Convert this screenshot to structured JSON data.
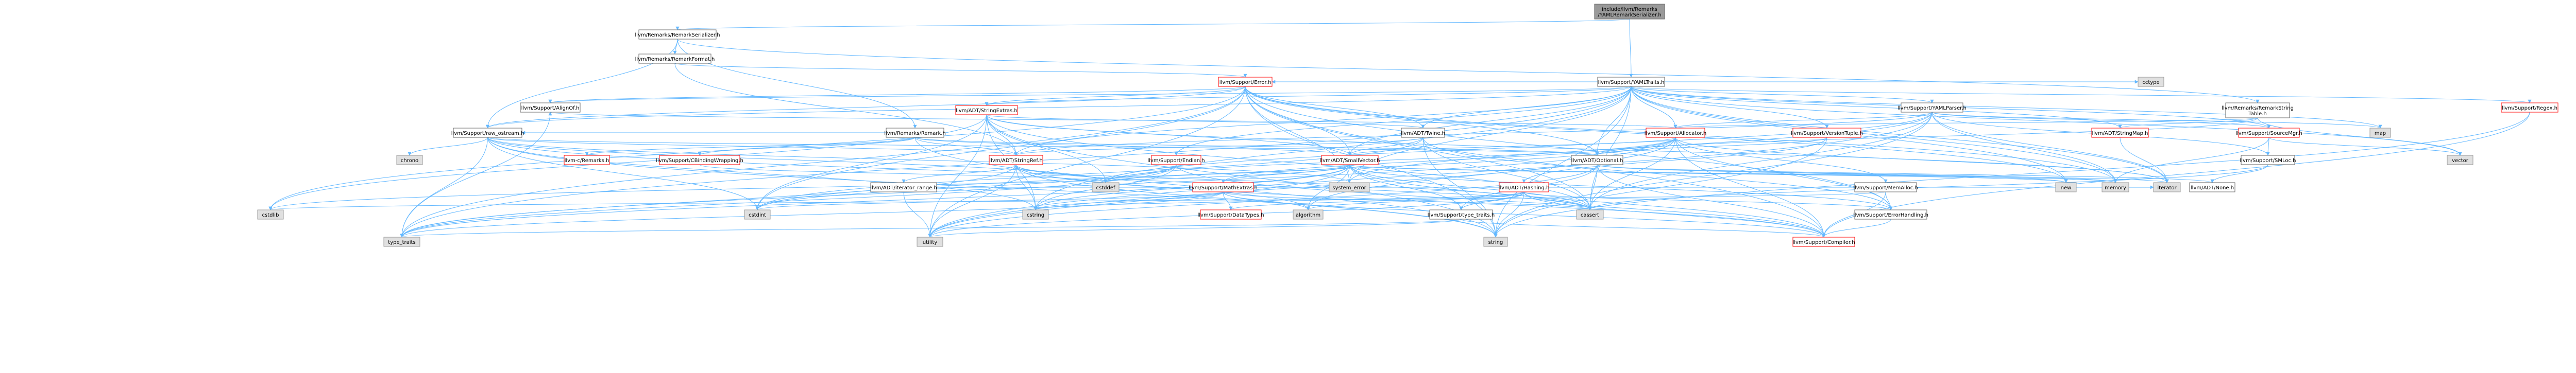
{
  "nodes": [
    {
      "id": "root",
      "label": [
        "include/llvm/Remarks",
        "/YAMLRemarkSerializer.h"
      ],
      "style": "root"
    },
    {
      "id": "serializer",
      "label": [
        "llvm/Remarks/RemarkSerializer.h"
      ],
      "style": "normal"
    },
    {
      "id": "format",
      "label": [
        "llvm/Remarks/RemarkFormat.h"
      ],
      "style": "normal"
    },
    {
      "id": "yamltraits",
      "label": [
        "llvm/Support/YAMLTraits.h"
      ],
      "style": "normal"
    },
    {
      "id": "error",
      "label": [
        "llvm/Support/Error.h"
      ],
      "style": "red"
    },
    {
      "id": "stringextras",
      "label": [
        "llvm/ADT/StringExtras.h"
      ],
      "style": "red"
    },
    {
      "id": "alignof",
      "label": [
        "llvm/Support/AlignOf.h"
      ],
      "style": "normal"
    },
    {
      "id": "rawostream",
      "label": [
        "llvm/Support/raw_ostream.h"
      ],
      "style": "normal"
    },
    {
      "id": "remark",
      "label": [
        "llvm/Remarks/Remark.h"
      ],
      "style": "normal"
    },
    {
      "id": "twine",
      "label": [
        "llvm/ADT/Twine.h"
      ],
      "style": "normal"
    },
    {
      "id": "yamlparser",
      "label": [
        "llvm/Support/YAMLParser.h"
      ],
      "style": "normal"
    },
    {
      "id": "stringtable",
      "label": [
        "llvm/Remarks/RemarkString",
        "Table.h"
      ],
      "style": "normal"
    },
    {
      "id": "regex",
      "label": [
        "llvm/Support/Regex.h"
      ],
      "style": "red"
    },
    {
      "id": "allocator",
      "label": [
        "llvm/Support/Allocator.h"
      ],
      "style": "red"
    },
    {
      "id": "versiontuple",
      "label": [
        "llvm/Support/VersionTuple.h"
      ],
      "style": "red"
    },
    {
      "id": "stringmap",
      "label": [
        "llvm/ADT/StringMap.h"
      ],
      "style": "red"
    },
    {
      "id": "sourcemgr",
      "label": [
        "llvm/Support/SourceMgr.h"
      ],
      "style": "red"
    },
    {
      "id": "cremarks",
      "label": [
        "llvm-c/Remarks.h"
      ],
      "style": "red"
    },
    {
      "id": "cbinding",
      "label": [
        "llvm/Support/CBindingWrapping.h"
      ],
      "style": "red"
    },
    {
      "id": "stringref",
      "label": [
        "llvm/ADT/StringRef.h"
      ],
      "style": "red"
    },
    {
      "id": "endian",
      "label": [
        "llvm/Support/Endian.h"
      ],
      "style": "red"
    },
    {
      "id": "smallvector",
      "label": [
        "llvm/ADT/SmallVector.h"
      ],
      "style": "red"
    },
    {
      "id": "optional",
      "label": [
        "llvm/ADT/Optional.h"
      ],
      "style": "normal"
    },
    {
      "id": "smloc",
      "label": [
        "llvm/Support/SMLoc.h"
      ],
      "style": "normal"
    },
    {
      "id": "iterrange",
      "label": [
        "llvm/ADT/iterator_range.h"
      ],
      "style": "normal"
    },
    {
      "id": "mathextras",
      "label": [
        "llvm/Support/MathExtras.h"
      ],
      "style": "red"
    },
    {
      "id": "hashing",
      "label": [
        "llvm/ADT/Hashing.h"
      ],
      "style": "red"
    },
    {
      "id": "memalloc",
      "label": [
        "llvm/Support/MemAlloc.h"
      ],
      "style": "normal"
    },
    {
      "id": "none",
      "label": [
        "llvm/ADT/None.h"
      ],
      "style": "normal"
    },
    {
      "id": "typetraits",
      "label": [
        "llvm/Support/type_traits.h"
      ],
      "style": "normal"
    },
    {
      "id": "datatypes",
      "label": [
        "llvm/Support/DataTypes.h"
      ],
      "style": "red"
    },
    {
      "id": "errorhandling",
      "label": [
        "llvm/Support/ErrorHandling.h"
      ],
      "style": "normal"
    },
    {
      "id": "compiler",
      "label": [
        "llvm/Support/Compiler.h"
      ],
      "style": "red"
    },
    {
      "id": "chrono",
      "label": [
        "chrono"
      ],
      "style": "grey"
    },
    {
      "id": "cctype",
      "label": [
        "cctype"
      ],
      "style": "grey"
    },
    {
      "id": "map",
      "label": [
        "map"
      ],
      "style": "grey"
    },
    {
      "id": "vector",
      "label": [
        "vector"
      ],
      "style": "grey"
    },
    {
      "id": "system_error",
      "label": [
        "system_error"
      ],
      "style": "grey"
    },
    {
      "id": "new",
      "label": [
        "new"
      ],
      "style": "grey"
    },
    {
      "id": "memory",
      "label": [
        "memory"
      ],
      "style": "grey"
    },
    {
      "id": "iterator",
      "label": [
        "iterator"
      ],
      "style": "grey"
    },
    {
      "id": "cstddef",
      "label": [
        "cstddef"
      ],
      "style": "grey"
    },
    {
      "id": "cassert",
      "label": [
        "cassert"
      ],
      "style": "grey"
    },
    {
      "id": "cstdint",
      "label": [
        "cstdint"
      ],
      "style": "grey"
    },
    {
      "id": "cstring",
      "label": [
        "cstring"
      ],
      "style": "grey"
    },
    {
      "id": "algorithm",
      "label": [
        "algorithm"
      ],
      "style": "grey"
    },
    {
      "id": "cstdlib",
      "label": [
        "cstdlib"
      ],
      "style": "grey"
    },
    {
      "id": "type_traits",
      "label": [
        "type_traits"
      ],
      "style": "grey"
    },
    {
      "id": "utility",
      "label": [
        "utility"
      ],
      "style": "grey"
    },
    {
      "id": "string",
      "label": [
        "string"
      ],
      "style": "grey"
    }
  ],
  "edges": [
    [
      "root",
      "serializer"
    ],
    [
      "root",
      "yamltraits"
    ],
    [
      "serializer",
      "format"
    ],
    [
      "serializer",
      "remark"
    ],
    [
      "serializer",
      "stringtable"
    ],
    [
      "serializer",
      "rawostream"
    ],
    [
      "format",
      "error"
    ],
    [
      "format",
      "stringref"
    ],
    [
      "error",
      "stringextras"
    ],
    [
      "error",
      "twine"
    ],
    [
      "error",
      "alignof"
    ],
    [
      "error",
      "rawostream"
    ],
    [
      "error",
      "system_error"
    ],
    [
      "error",
      "optional"
    ],
    [
      "error",
      "smallvector"
    ],
    [
      "error",
      "string"
    ],
    [
      "error",
      "utility"
    ],
    [
      "error",
      "new"
    ],
    [
      "error",
      "memory"
    ],
    [
      "error",
      "cassert"
    ],
    [
      "error",
      "cstdint"
    ],
    [
      "error",
      "cstdlib"
    ],
    [
      "error",
      "type_traits"
    ],
    [
      "error",
      "errorhandling"
    ],
    [
      "error",
      "compiler"
    ],
    [
      "stringextras",
      "stringref"
    ],
    [
      "stringextras",
      "twine"
    ],
    [
      "stringextras",
      "smallvector"
    ],
    [
      "stringextras",
      "cstddef"
    ],
    [
      "stringextras",
      "cstdint"
    ],
    [
      "stringextras",
      "cstdlib"
    ],
    [
      "stringextras",
      "cstring"
    ],
    [
      "stringextras",
      "iterator"
    ],
    [
      "stringextras",
      "string"
    ],
    [
      "stringextras",
      "utility"
    ],
    [
      "stringextras",
      "cassert"
    ],
    [
      "alignof",
      "type_traits"
    ],
    [
      "rawostream",
      "stringref"
    ],
    [
      "rawostream",
      "chrono"
    ],
    [
      "rawostream",
      "cassert"
    ],
    [
      "rawostream",
      "cstddef"
    ],
    [
      "rawostream",
      "cstdint"
    ],
    [
      "rawostream",
      "cstring"
    ],
    [
      "rawostream",
      "string"
    ],
    [
      "rawostream",
      "system_error"
    ],
    [
      "rawostream",
      "type_traits"
    ],
    [
      "rawostream",
      "optional"
    ],
    [
      "remark",
      "cremarks"
    ],
    [
      "remark",
      "cbinding"
    ],
    [
      "remark",
      "stringref"
    ],
    [
      "remark",
      "optional"
    ],
    [
      "remark",
      "smallvector"
    ],
    [
      "remark",
      "rawostream"
    ],
    [
      "remark",
      "string"
    ],
    [
      "twine",
      "stringref"
    ],
    [
      "twine",
      "smallvector"
    ],
    [
      "twine",
      "cassert"
    ],
    [
      "twine",
      "cstdint"
    ],
    [
      "twine",
      "string"
    ],
    [
      "twine",
      "errorhandling"
    ],
    [
      "yamltraits",
      "alignof"
    ],
    [
      "yamltraits",
      "error"
    ],
    [
      "yamltraits",
      "stringextras"
    ],
    [
      "yamltraits",
      "yamlparser"
    ],
    [
      "yamltraits",
      "regex"
    ],
    [
      "yamltraits",
      "allocator"
    ],
    [
      "yamltraits",
      "versiontuple"
    ],
    [
      "yamltraits",
      "stringmap"
    ],
    [
      "yamltraits",
      "sourcemgr"
    ],
    [
      "yamltraits",
      "endian"
    ],
    [
      "yamltraits",
      "smallvector"
    ],
    [
      "yamltraits",
      "twine"
    ],
    [
      "yamltraits",
      "optional"
    ],
    [
      "yamltraits",
      "stringref"
    ],
    [
      "yamltraits",
      "cctype"
    ],
    [
      "yamltraits",
      "map"
    ],
    [
      "yamltraits",
      "vector"
    ],
    [
      "yamltraits",
      "system_error"
    ],
    [
      "yamltraits",
      "new"
    ],
    [
      "yamltraits",
      "memory"
    ],
    [
      "yamltraits",
      "iterator"
    ],
    [
      "yamltraits",
      "cassert"
    ],
    [
      "yamltraits",
      "cstring"
    ],
    [
      "yamltraits",
      "string"
    ],
    [
      "yamltraits",
      "type_traits"
    ],
    [
      "yamltraits",
      "rawostream"
    ],
    [
      "stringtable",
      "stringmap"
    ],
    [
      "stringtable",
      "allocator"
    ],
    [
      "stringtable",
      "vector"
    ],
    [
      "stringtable",
      "optional"
    ],
    [
      "yamlparser",
      "stringref"
    ],
    [
      "yamlparser",
      "smloc"
    ],
    [
      "yamlparser",
      "allocator"
    ],
    [
      "yamlparser",
      "sourcemgr"
    ],
    [
      "yamlparser",
      "map"
    ],
    [
      "yamlparser",
      "system_error"
    ],
    [
      "yamlparser",
      "iterator"
    ],
    [
      "yamlparser",
      "memory"
    ],
    [
      "yamlparser",
      "string"
    ],
    [
      "yamlparser",
      "utility"
    ],
    [
      "yamlparser",
      "cassert"
    ],
    [
      "yamlparser",
      "cstddef"
    ],
    [
      "regex",
      "compiler"
    ],
    [
      "regex",
      "string"
    ],
    [
      "allocator",
      "smallvector"
    ],
    [
      "allocator",
      "alignof"
    ],
    [
      "allocator",
      "compiler"
    ],
    [
      "allocator",
      "errorhandling"
    ],
    [
      "allocator",
      "mathextras"
    ],
    [
      "allocator",
      "memalloc"
    ],
    [
      "allocator",
      "algorithm"
    ],
    [
      "allocator",
      "cassert"
    ],
    [
      "allocator",
      "cstddef"
    ],
    [
      "allocator",
      "cstdint"
    ],
    [
      "allocator",
      "iterator"
    ],
    [
      "allocator",
      "type_traits"
    ],
    [
      "allocator",
      "utility"
    ],
    [
      "versiontuple",
      "hashing"
    ],
    [
      "versiontuple",
      "optional"
    ],
    [
      "versiontuple",
      "string"
    ],
    [
      "versiontuple",
      "tuple"
    ],
    [
      "stringmap",
      "iterator"
    ],
    [
      "sourcemgr",
      "smloc"
    ],
    [
      "sourcemgr",
      "vector"
    ],
    [
      "sourcemgr",
      "memory"
    ],
    [
      "cbinding",
      "cstddef"
    ],
    [
      "stringref",
      "iterrange"
    ],
    [
      "stringref",
      "compiler"
    ],
    [
      "stringref",
      "algorithm"
    ],
    [
      "stringref",
      "cassert"
    ],
    [
      "stringref",
      "cstddef"
    ],
    [
      "stringref",
      "cstring"
    ],
    [
      "stringref",
      "limits"
    ],
    [
      "stringref",
      "string"
    ],
    [
      "stringref",
      "type_traits"
    ],
    [
      "stringref",
      "utility"
    ],
    [
      "endian",
      "compiler"
    ],
    [
      "endian",
      "cstddef"
    ],
    [
      "endian",
      "cstdint"
    ],
    [
      "endian",
      "cstring"
    ],
    [
      "endian",
      "type_traits"
    ],
    [
      "smallvector",
      "compiler"
    ],
    [
      "smallvector",
      "typetraits"
    ],
    [
      "smallvector",
      "algorithm"
    ],
    [
      "smallvector",
      "cassert"
    ],
    [
      "smallvector",
      "cstddef"
    ],
    [
      "smallvector",
      "cstdlib"
    ],
    [
      "smallvector",
      "cstring"
    ],
    [
      "smallvector",
      "iterator"
    ],
    [
      "smallvector",
      "memory"
    ],
    [
      "smallvector",
      "new"
    ],
    [
      "smallvector",
      "type_traits"
    ],
    [
      "smallvector",
      "utility"
    ],
    [
      "smallvector",
      "errorhandling"
    ],
    [
      "smallvector",
      "mathextras"
    ],
    [
      "optional",
      "none"
    ],
    [
      "optional",
      "compiler"
    ],
    [
      "optional",
      "typetraits"
    ],
    [
      "optional",
      "cassert"
    ],
    [
      "optional",
      "memory"
    ],
    [
      "optional",
      "new"
    ],
    [
      "optional",
      "utility"
    ],
    [
      "smloc",
      "none"
    ],
    [
      "smloc",
      "cassert"
    ],
    [
      "iterrange",
      "iterator"
    ],
    [
      "iterrange",
      "utility"
    ],
    [
      "mathextras",
      "compiler"
    ],
    [
      "mathextras",
      "datatypes"
    ],
    [
      "mathextras",
      "algorithm"
    ],
    [
      "mathextras",
      "cassert"
    ],
    [
      "mathextras",
      "cstring"
    ],
    [
      "mathextras",
      "type_traits"
    ],
    [
      "mathextras",
      "cstdint"
    ],
    [
      "hashing",
      "errorhandling"
    ],
    [
      "hashing",
      "datatypes"
    ],
    [
      "hashing",
      "typetraits"
    ],
    [
      "hashing",
      "algorithm"
    ],
    [
      "hashing",
      "cassert"
    ],
    [
      "hashing",
      "cstring"
    ],
    [
      "hashing",
      "string"
    ],
    [
      "hashing",
      "utility"
    ],
    [
      "hashing",
      "compiler"
    ],
    [
      "memalloc",
      "compiler"
    ],
    [
      "memalloc",
      "errorhandling"
    ],
    [
      "memalloc",
      "cstdlib"
    ],
    [
      "typetraits",
      "compiler"
    ],
    [
      "typetraits",
      "type_traits"
    ],
    [
      "typetraits",
      "utility"
    ],
    [
      "errorhandling",
      "compiler"
    ]
  ]
}
